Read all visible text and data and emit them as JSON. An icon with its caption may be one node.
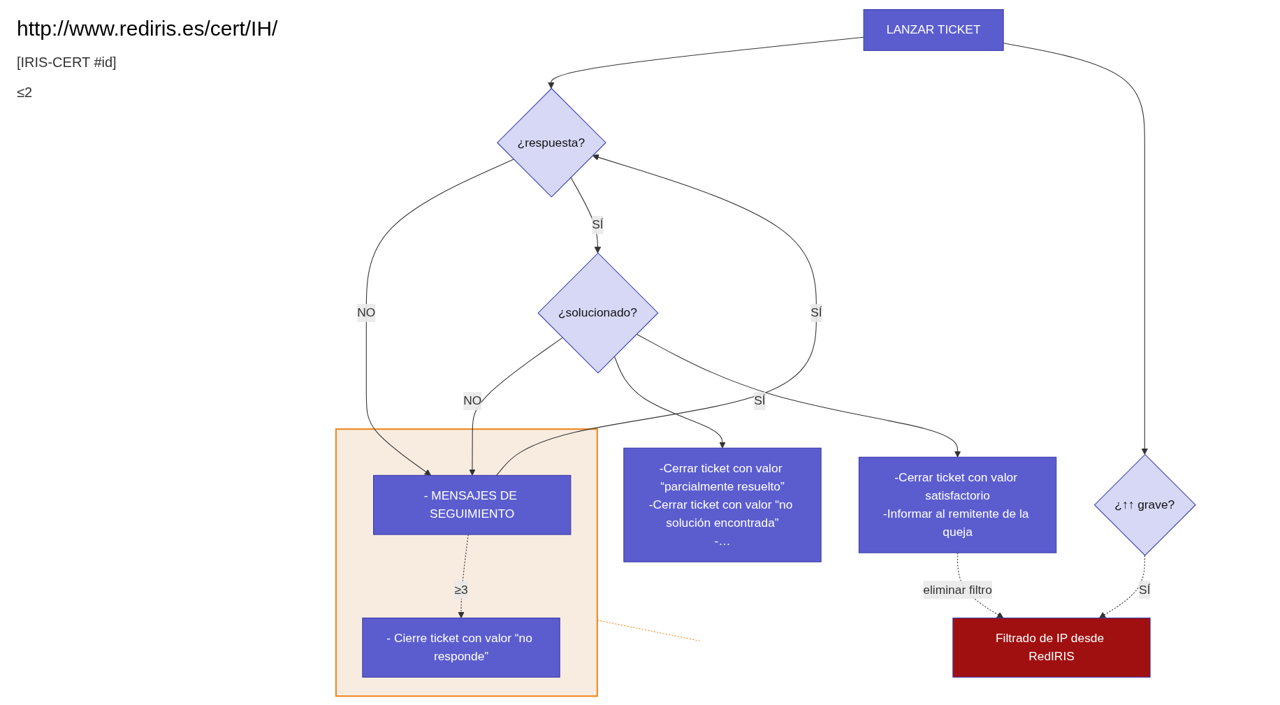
{
  "diagram": {
    "title": "http://www.rediris.es/cert/IH/",
    "nodes": [
      {
        "text": [
          "LANZAR TICKET"
        ]
      },
      {
        "text": [
          "¿respuesta?"
        ]
      },
      {
        "text": [
          "¿↑↑ grave?"
        ]
      },
      {
        "text": [],
        "shape": "box"
      },
      {
        "text": [
          "- MENSAJES DE SEGUIMIENTO"
        ],
        "in": 3
      },
      {
        "text": [
          "- Cierre ticket con valor “no responde”"
        ],
        "in": 3
      },
      {
        "text": [
          "¿solucionado?"
        ]
      },
      {
        "text": [
          "Filtrado de IP desde RedIRIS"
        ]
      },
      {
        "text": [
          "-Cerrar ticket con valor “parcialmente resuelto”",
          "-Cerrar ticket con valor “no solución encontrada”",
          "-…"
        ]
      },
      {
        "text": [
          "-Cerrar ticket con valor satisfactorio",
          "-Informar al remitente de la queja"
        ]
      }
    ],
    "edges": [
      {
        "from": 0,
        "to": 1,
        "arrow": "to"
      },
      {
        "from": 0,
        "to": 2,
        "arrow": "to"
      },
      {
        "from": 1,
        "to": 4,
        "arrow": "to",
        "label": "NO"
      },
      {
        "from": 1,
        "to": 6,
        "arrow": "to",
        "label": "SÍ"
      },
      {
        "from": 4,
        "to": 1,
        "arrow": "to",
        "label": "SÍ"
      },
      {
        "from": 4,
        "to": 5,
        "arrow": "to",
        "label": "≥3",
        "style": "dashed"
      },
      {
        "from": 6,
        "to": 4,
        "arrow": "to",
        "label": "NO"
      },
      {
        "from": 6,
        "to": 8,
        "arrow": "to"
      },
      {
        "from": 6,
        "to": 9,
        "arrow": "to",
        "label": "SÍ"
      },
      {
        "from": 2,
        "to": 7,
        "arrow": "to",
        "label": "SÍ",
        "style": "dashed"
      },
      {
        "from": 9,
        "to": 7,
        "arrow": "to",
        "label": "eliminar filtro",
        "style": "dashed"
      },
      {
        "from": 3,
        "to": null,
        "arrow": "none",
        "style": "dashed",
        "color": "#f08a24"
      }
    ],
    "labels": [
      "[IRIS-CERT #id]",
      "≤2"
    ]
  }
}
